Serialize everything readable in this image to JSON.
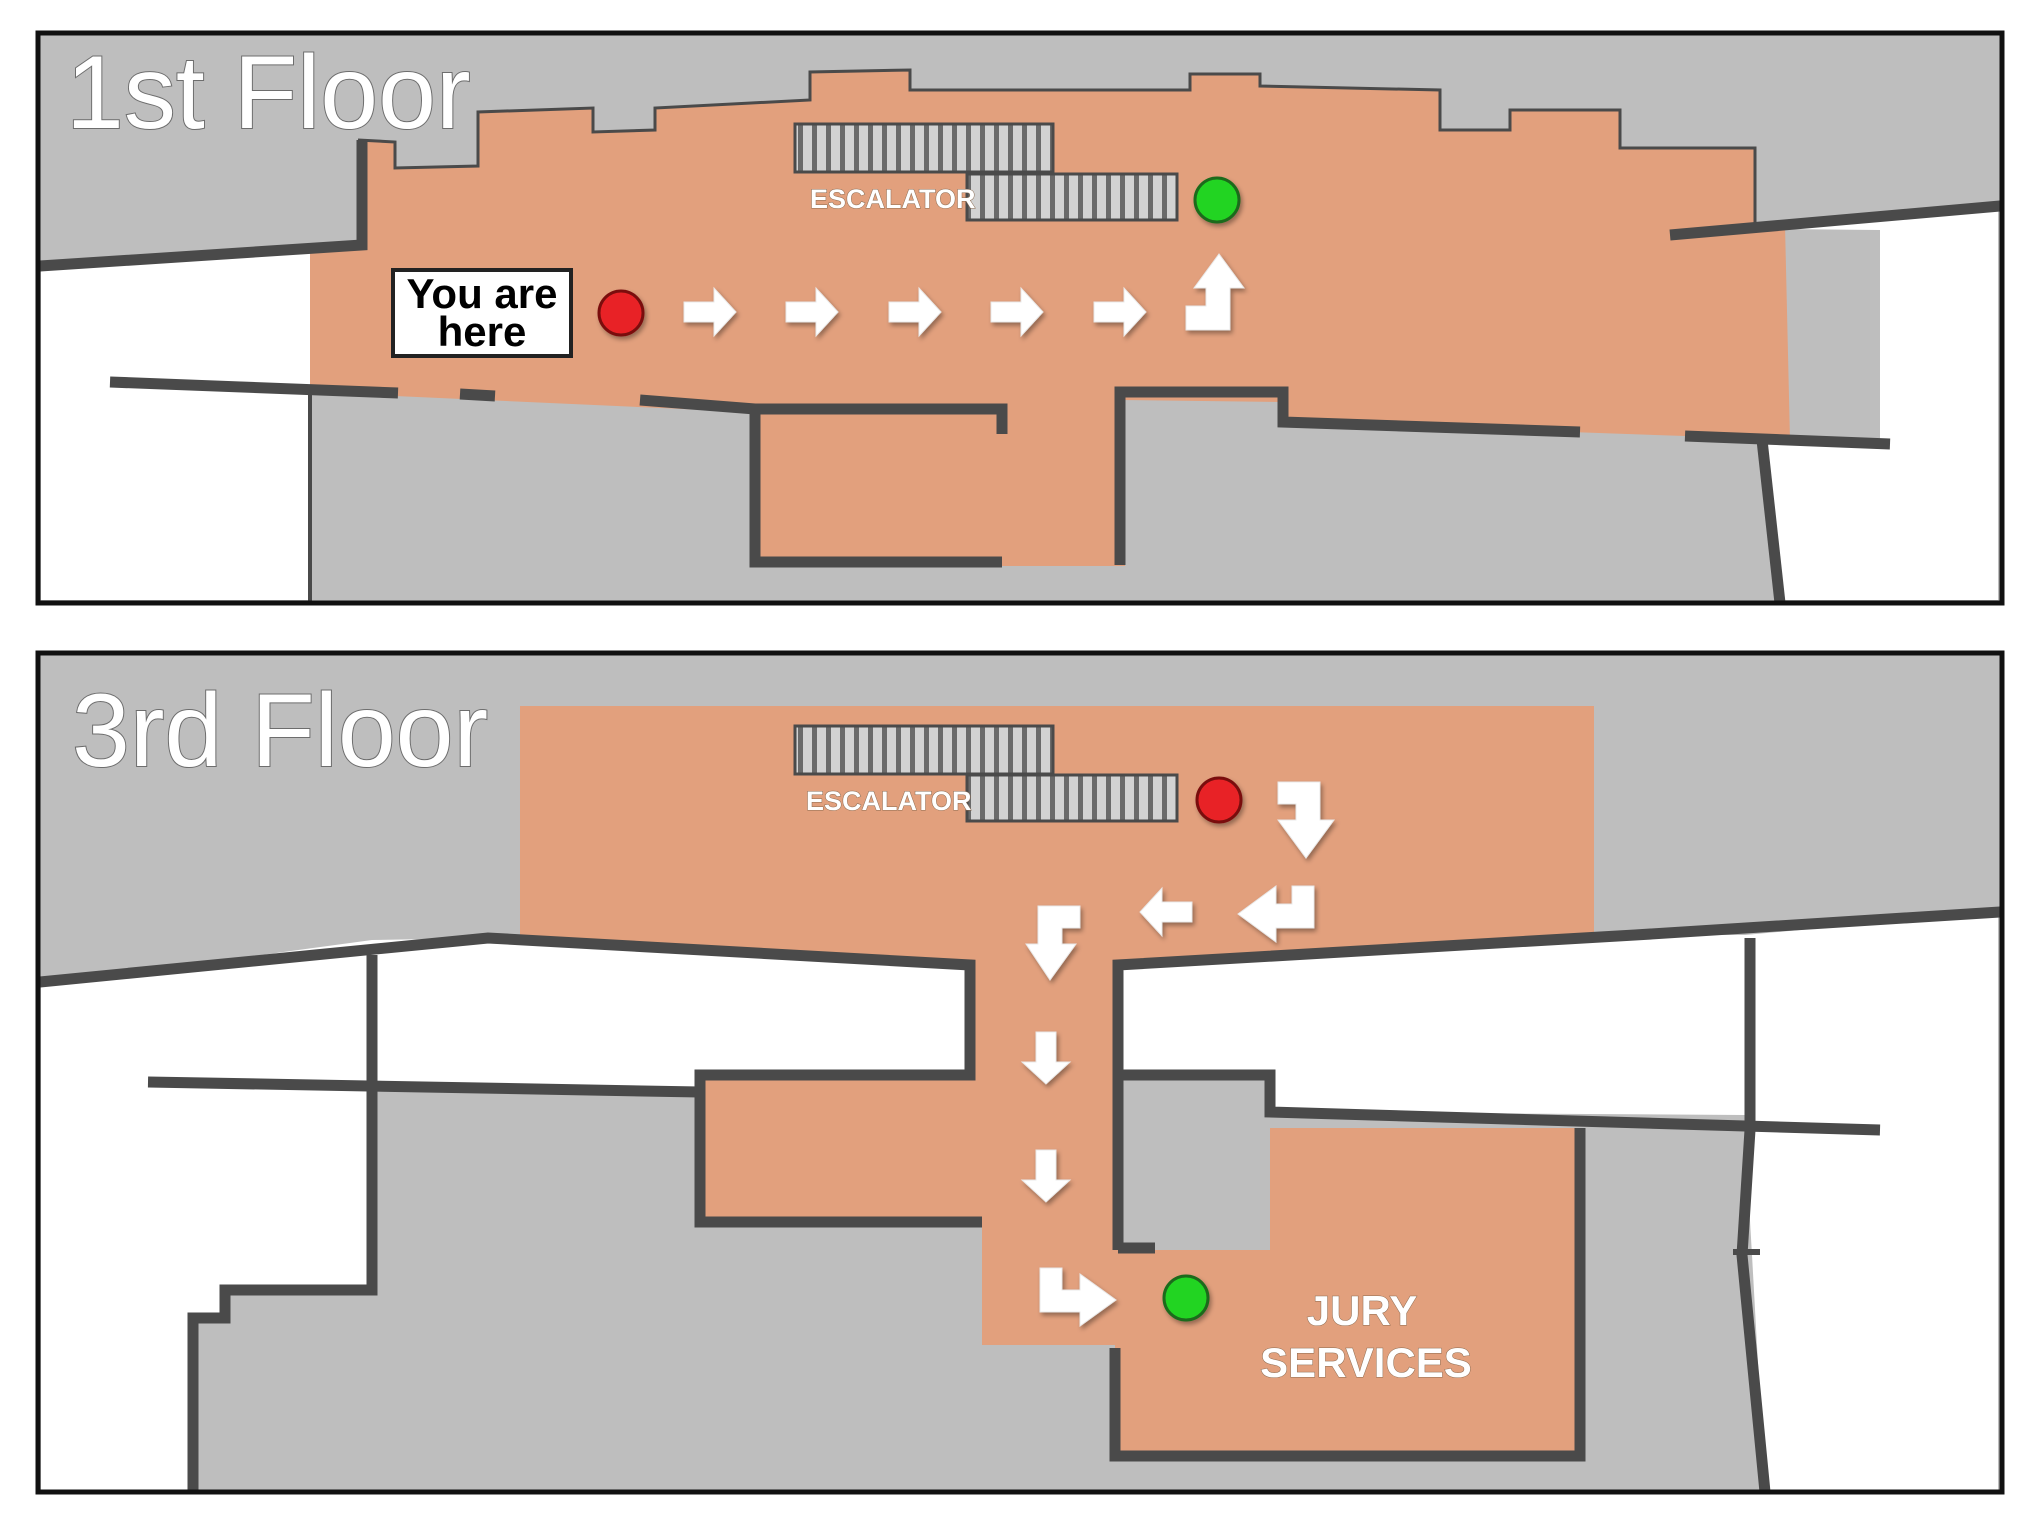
{
  "floors": [
    {
      "title": "1st Floor",
      "escalator_label": "ESCALATOR",
      "you_are_here": [
        "You are",
        "here"
      ],
      "route_arrows": [
        "arrow-right",
        "arrow-right",
        "arrow-right",
        "arrow-right",
        "arrow-right",
        "arrow-up-turn"
      ]
    },
    {
      "title": "3rd Floor",
      "escalator_label": "ESCALATOR",
      "destination": [
        "JURY",
        "SERVICES"
      ],
      "route_arrows": [
        "arrow-down-turn",
        "arrow-left-turn",
        "arrow-left",
        "arrow-down-turn",
        "arrow-down",
        "arrow-down",
        "arrow-right-turn"
      ]
    }
  ],
  "markers": {
    "start": "red-dot",
    "end": "green-dot"
  },
  "colors": {
    "route_area": "#e2a07d",
    "outside_area": "#bebebe",
    "wall": "#4a4a4a",
    "start_marker": "#e82427",
    "end_marker": "#22d422",
    "arrow": "#ffffff"
  }
}
